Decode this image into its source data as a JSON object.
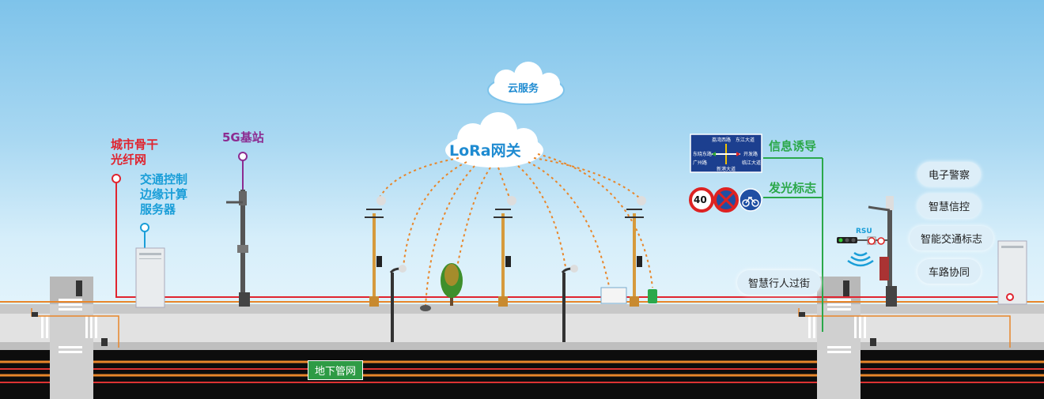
{
  "cloud_service": {
    "label": "云服务"
  },
  "lora_gateway": {
    "label": "LoRa网关"
  },
  "fiber": {
    "label": "城市骨干\n光纤网"
  },
  "edge_server": {
    "label": "交通控制\n边缘计算\n服务器"
  },
  "base_station": {
    "label": "5G基站"
  },
  "guide": {
    "label": "信息诱导"
  },
  "luminous_sign": {
    "label": "发光标志"
  },
  "pedestrian": {
    "label": "智慧行人过街"
  },
  "right_pills": [
    "电子警察",
    "智慧信控",
    "智能交通标志",
    "车路协同"
  ],
  "rsu": {
    "label": "RSU"
  },
  "underground": {
    "label": "地下管网"
  },
  "sign_board": {
    "top_left": "荔湾西路",
    "top_right": "东江大道",
    "mid_left": "东晓东路",
    "mid_right": "开发路",
    "bottom_left": "广州路",
    "bottom_right": "临江大道",
    "bottom_center": "新港大道"
  },
  "speed_limit": "40",
  "colors": {
    "red": "#e0242f",
    "blue": "#1a9ed8",
    "purple": "#8c2c91",
    "green": "#2ba84a",
    "orange": "#e8862a"
  }
}
